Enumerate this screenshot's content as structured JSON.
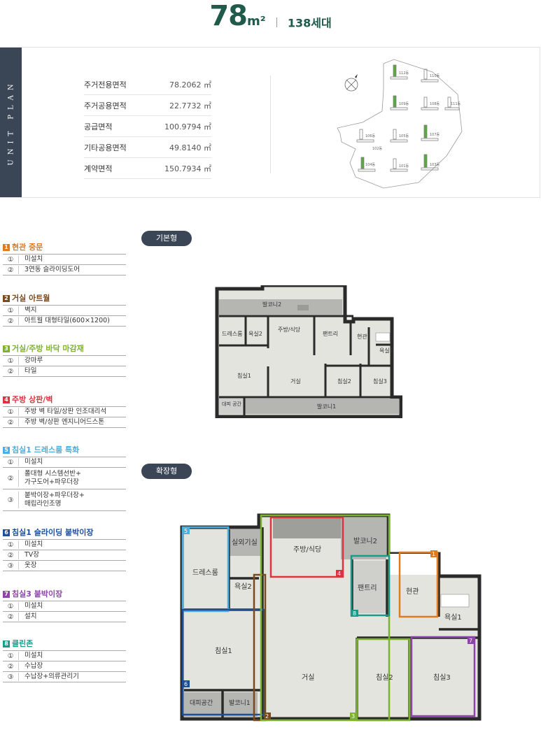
{
  "header": {
    "size": "78",
    "unit": "m²",
    "households": "138세대"
  },
  "sidebar_label": "UNIT PLAN",
  "areas": [
    {
      "label": "주거전용면적",
      "value": "78.2062 ㎡"
    },
    {
      "label": "주거공용면적",
      "value": "22.7732 ㎡"
    },
    {
      "label": "공급면적",
      "value": "100.9794 ㎡"
    },
    {
      "label": "기타공용면적",
      "value": "49.8140 ㎡"
    },
    {
      "label": "계약면적",
      "value": "150.7934 ㎡"
    }
  ],
  "site_plan": {
    "buildings": [
      "101동",
      "102동",
      "103동",
      "104동",
      "105동",
      "106동",
      "107동",
      "108동",
      "109동",
      "110동",
      "111동",
      "112동"
    ]
  },
  "options": [
    {
      "num": "1",
      "title": "현관 중문",
      "color": "#e07a1f",
      "items": [
        "미설치",
        "3연동 슬라이딩도어"
      ]
    },
    {
      "num": "2",
      "title": "거실 아트월",
      "color": "#7a4a1e",
      "items": [
        "벽지",
        "아트월 대형타일(600×1200)"
      ]
    },
    {
      "num": "3",
      "title": "거실/주방 바닥 마감재",
      "color": "#7cb230",
      "items": [
        "강마루",
        "타일"
      ]
    },
    {
      "num": "4",
      "title": "주방 상판/벽",
      "color": "#d9343f",
      "items": [
        "주방 벽 타일/상판 인조대리석",
        "주방 벽/상판 엔지니어드스톤"
      ]
    },
    {
      "num": "5",
      "title": "침실1 드레스룸 특화",
      "color": "#4aaee0",
      "items": [
        "미설치",
        "폴대형 시스템선반+ 가구도어+파우더장",
        "붙박이장+파우더장+ 매립라인조명"
      ]
    },
    {
      "num": "6",
      "title": "침실1 슬라이딩 붙박이장",
      "color": "#1b4f9a",
      "items": [
        "미설치",
        "TV장",
        "옷장"
      ]
    },
    {
      "num": "7",
      "title": "침실3 붙박이장",
      "color": "#8e44a8",
      "items": [
        "미설치",
        "설치"
      ]
    },
    {
      "num": "8",
      "title": "클린존",
      "color": "#1a9a8a",
      "items": [
        "미설치",
        "수납장",
        "수납장+의류관리기"
      ]
    }
  ],
  "circled": [
    "①",
    "②",
    "③"
  ],
  "basic_plan": {
    "label": "기본형",
    "rooms": [
      "발코니2",
      "드레스룸",
      "욕실2",
      "주방/식당",
      "팬트리",
      "현관",
      "욕실1",
      "침실1",
      "거실",
      "침실2",
      "침실3",
      "대피 공간",
      "발코니1"
    ]
  },
  "extended_plan": {
    "label": "확장형",
    "rooms": [
      "실외기실",
      "주방/식당",
      "발코니2",
      "드레스룸",
      "욕실2",
      "팬트리",
      "현관",
      "욕실1",
      "침실1",
      "거실",
      "침실2",
      "침실3",
      "대피공간",
      "발코니1"
    ]
  }
}
